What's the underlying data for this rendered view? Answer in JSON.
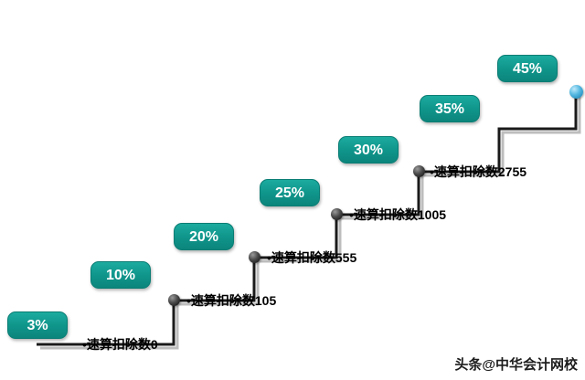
{
  "diagram_title": "",
  "colors": {
    "badge_fill": "#0f948a",
    "badge_text": "#ffffff",
    "line_main": "#1a1a1a",
    "line_shadow": "#bdbdbd",
    "corner_ball": "#333333",
    "end_ball": "#2a9fd0",
    "label_text": "#000000",
    "background": "#ffffff"
  },
  "steps": [
    {
      "rate": "3%",
      "deduction_label": "•速算扣除数0"
    },
    {
      "rate": "10%",
      "deduction_label": "•速算扣除数105"
    },
    {
      "rate": "20%",
      "deduction_label": "•速算扣除数555"
    },
    {
      "rate": "25%",
      "deduction_label": "•速算扣除数1005"
    },
    {
      "rate": "30%",
      "deduction_label": "•速算扣除数2755"
    },
    {
      "rate": "35%",
      "deduction_label": ""
    },
    {
      "rate": "45%",
      "deduction_label": ""
    }
  ],
  "watermark": "头条@中华会计网校",
  "chart_data": {
    "type": "step_up_process",
    "title": "",
    "steps": [
      {
        "tax_rate_percent": 3,
        "quick_deduction": 0
      },
      {
        "tax_rate_percent": 10,
        "quick_deduction": 105
      },
      {
        "tax_rate_percent": 20,
        "quick_deduction": 555
      },
      {
        "tax_rate_percent": 25,
        "quick_deduction": 1005
      },
      {
        "tax_rate_percent": 30,
        "quick_deduction": 2755
      },
      {
        "tax_rate_percent": 35,
        "quick_deduction": null
      },
      {
        "tax_rate_percent": 45,
        "quick_deduction": null
      }
    ],
    "direction": "ascending-left-to-right"
  }
}
